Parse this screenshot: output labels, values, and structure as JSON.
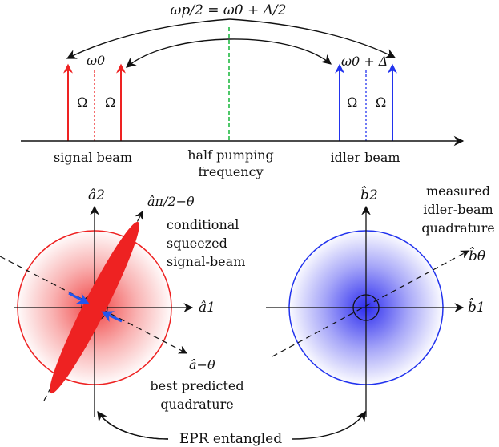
{
  "spectrum": {
    "top_equation": "ωp/2 = ω0 + Δ/2",
    "omega0_label": "ω0",
    "omega0_plus_delta_label": "ω0 + Δ",
    "Omega": "Ω",
    "signal_beam": "signal beam",
    "half_pumping_line1": "half pumping",
    "half_pumping_line2": "frequency",
    "idler_beam": "idler beam"
  },
  "left_panel": {
    "a2": "â2",
    "a1": "â1",
    "a_pi": "âπ/2−θ",
    "a_minus": "â−θ",
    "cond_line1": "conditional",
    "cond_line2": "squeezed",
    "cond_line3": "signal-beam",
    "best_line1": "best predicted",
    "best_line2": "quadrature"
  },
  "right_panel": {
    "b2": "b̂2",
    "b1": "b̂1",
    "btheta": "b̂θ",
    "meas_line1": "measured",
    "meas_line2": "idler-beam",
    "meas_line3": "quadrature"
  },
  "epr_label": "EPR entangled",
  "colors": {
    "signal": "#ee2222",
    "idler": "#2233ee",
    "pump": "#22bb44",
    "arrow_blue": "#2255ee"
  }
}
